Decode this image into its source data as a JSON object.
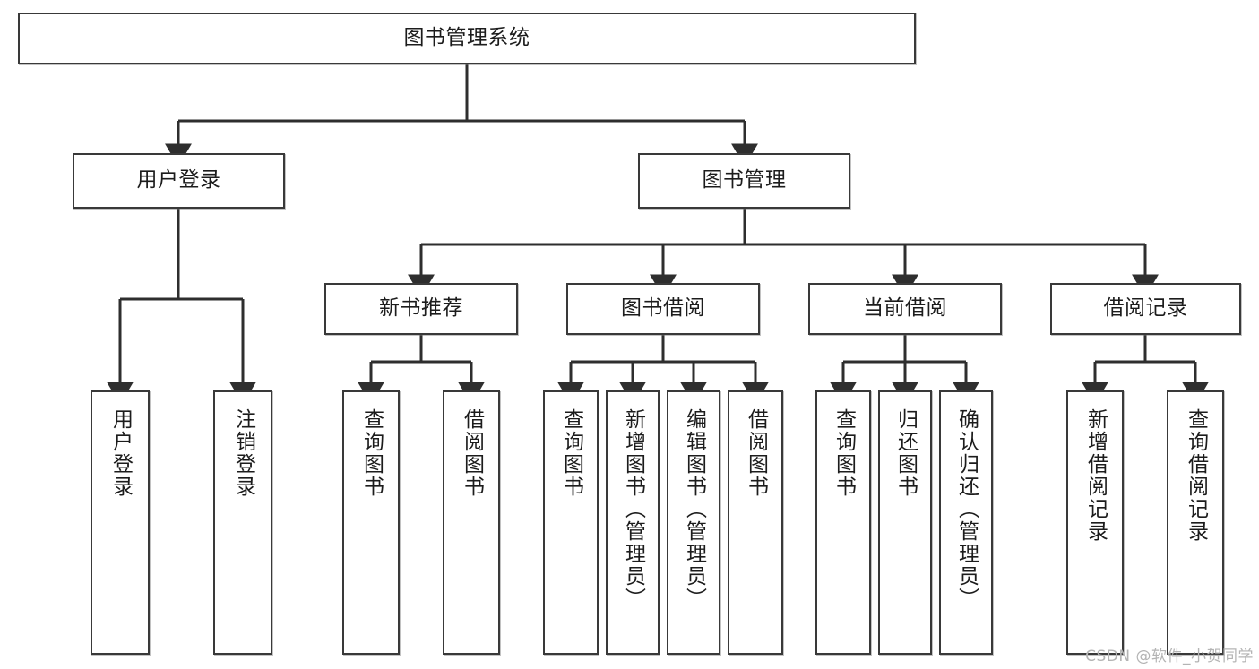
{
  "diagram": {
    "title": "图书管理系统",
    "type": "tree",
    "watermark": "CSDN @软件_小贺同学",
    "colors": {
      "stroke": "#393939",
      "node_fill": "#ffffff",
      "text": "#1c1c1c",
      "watermark": "#b4b4b4",
      "background": "#ffffff"
    },
    "levels": {
      "root": {
        "label": "图书管理系统"
      },
      "level2": [
        {
          "label": "用户登录"
        },
        {
          "label": "图书管理"
        }
      ],
      "level3": [
        {
          "label": "新书推荐"
        },
        {
          "label": "图书借阅"
        },
        {
          "label": "当前借阅"
        },
        {
          "label": "借阅记录"
        }
      ],
      "leaves": [
        {
          "label": "用户登录",
          "parent": "用户登录"
        },
        {
          "label": "注销登录",
          "parent": "用户登录"
        },
        {
          "label": "查询图书",
          "parent": "新书推荐"
        },
        {
          "label": "借阅图书",
          "parent": "新书推荐"
        },
        {
          "label": "查询图书",
          "parent": "图书借阅"
        },
        {
          "label": "新增图书（管理员）",
          "parent": "图书借阅"
        },
        {
          "label": "编辑图书（管理员）",
          "parent": "图书借阅"
        },
        {
          "label": "借阅图书",
          "parent": "图书借阅"
        },
        {
          "label": "查询图书",
          "parent": "当前借阅"
        },
        {
          "label": "归还图书",
          "parent": "当前借阅"
        },
        {
          "label": "确认归还（管理员）",
          "parent": "当前借阅"
        },
        {
          "label": "新增借阅记录",
          "parent": "借阅记录"
        },
        {
          "label": "查询借阅记录",
          "parent": "借阅记录"
        }
      ]
    }
  }
}
